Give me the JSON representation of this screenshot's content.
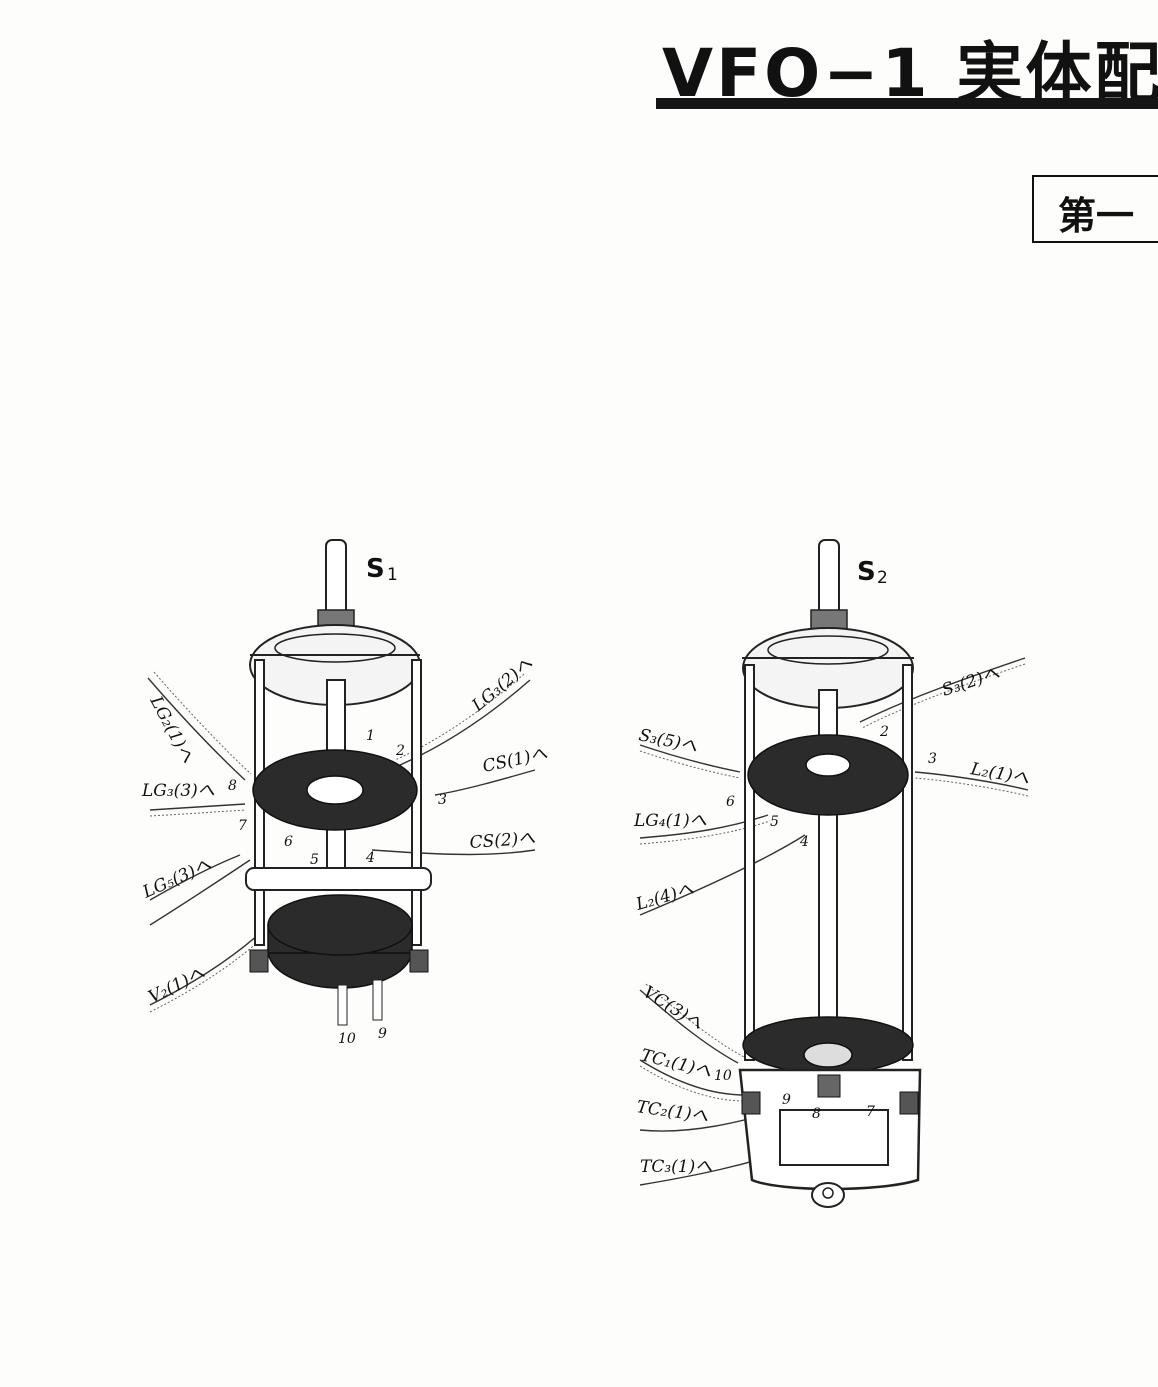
{
  "header": {
    "title": "VFO−1 実体配",
    "section": "第一"
  },
  "switch1": {
    "name": "S",
    "sub": "1",
    "wires": [
      "LG₂(1)へ",
      "LG₃(2)へ",
      "CS(1)へ",
      "LG₃(3)へ",
      "CS(2)へ",
      "LG₅(3)へ",
      "V₂(1)へ"
    ],
    "terminals": [
      "1",
      "2",
      "3",
      "4",
      "5",
      "6",
      "7",
      "8",
      "9",
      "10"
    ]
  },
  "switch2": {
    "name": "S",
    "sub": "2",
    "wires": [
      "S₃(2)へ",
      "S₃(5)へ",
      "L₂(1)へ",
      "LG₄(1)へ",
      "L₂(4)へ",
      "VC(3)へ",
      "TC₁(1)へ",
      "TC₂(1)へ",
      "TC₃(1)へ"
    ],
    "terminals": [
      "2",
      "3",
      "4",
      "5",
      "6",
      "7",
      "8",
      "9",
      "10"
    ]
  }
}
